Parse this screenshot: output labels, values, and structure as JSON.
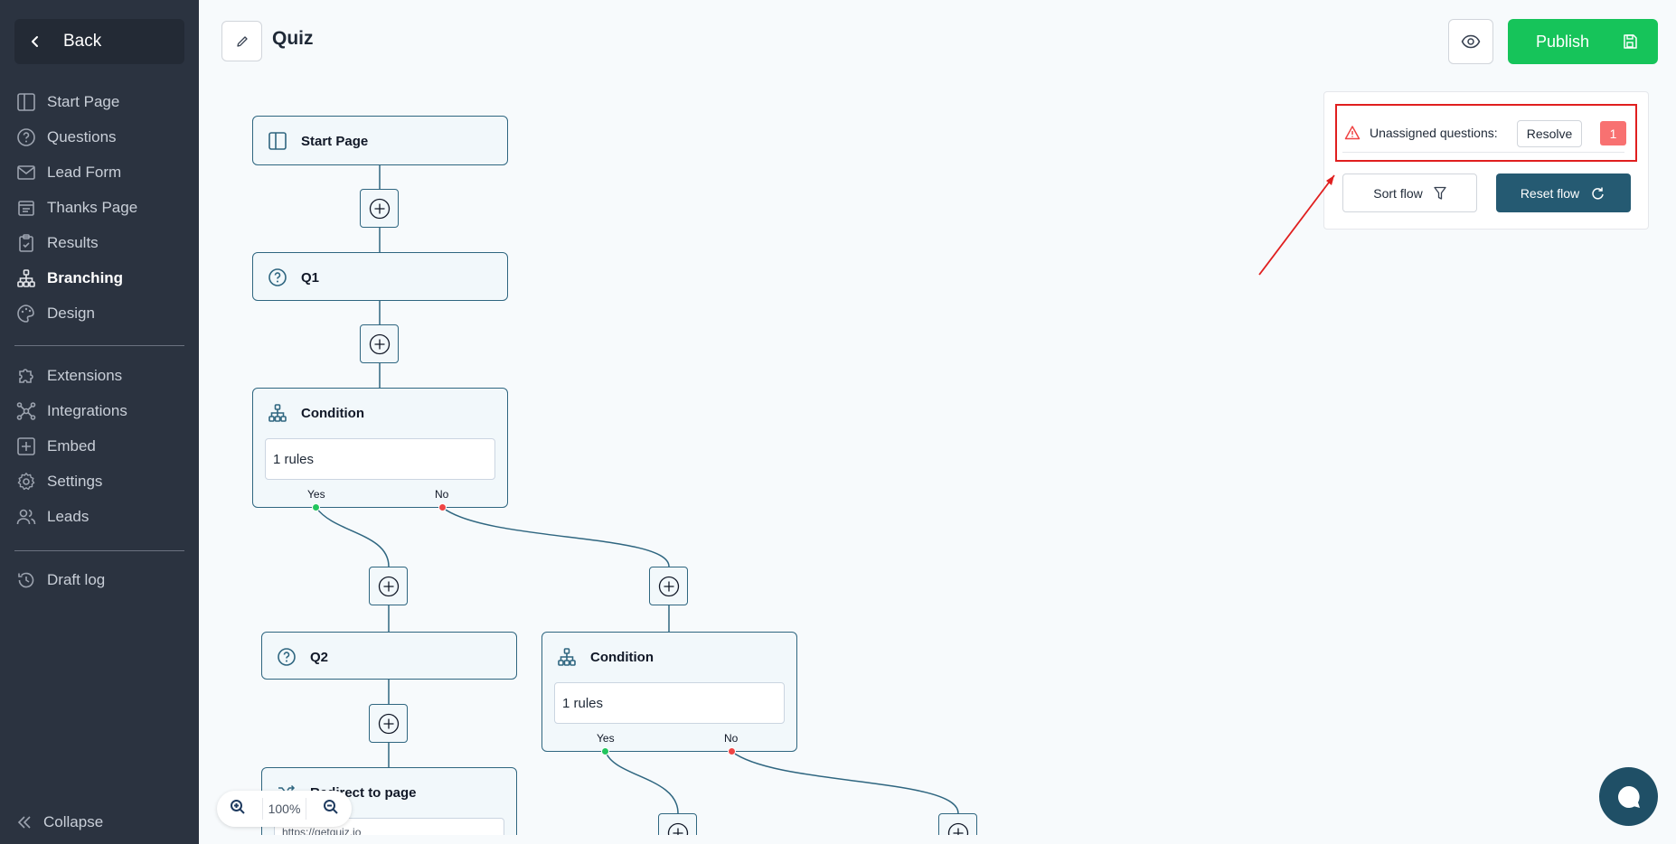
{
  "sidebar": {
    "back_label": "Back",
    "items": [
      {
        "label": "Start Page",
        "icon": "layout-icon"
      },
      {
        "label": "Questions",
        "icon": "question-icon"
      },
      {
        "label": "Lead Form",
        "icon": "mail-icon"
      },
      {
        "label": "Thanks Page",
        "icon": "calendar-icon"
      },
      {
        "label": "Results",
        "icon": "clipboard-icon"
      },
      {
        "label": "Branching",
        "icon": "branching-icon",
        "active": true
      },
      {
        "label": "Design",
        "icon": "palette-icon"
      }
    ],
    "items2": [
      {
        "label": "Extensions",
        "icon": "puzzle-icon"
      },
      {
        "label": "Integrations",
        "icon": "network-icon"
      },
      {
        "label": "Embed",
        "icon": "plus-square-icon"
      },
      {
        "label": "Settings",
        "icon": "gear-icon"
      },
      {
        "label": "Leads",
        "icon": "users-icon"
      }
    ],
    "items3": [
      {
        "label": "Draft log",
        "icon": "history-icon"
      }
    ],
    "collapse_label": "Collapse"
  },
  "header": {
    "title": "Quiz",
    "publish_label": "Publish"
  },
  "flow": {
    "nodes": {
      "start": {
        "label": "Start Page"
      },
      "q1": {
        "label": "Q1"
      },
      "cond1": {
        "label": "Condition",
        "rules": "1 rules",
        "yes": "Yes",
        "no": "No"
      },
      "q2": {
        "label": "Q2"
      },
      "cond2": {
        "label": "Condition",
        "rules": "1 rules",
        "yes": "Yes",
        "no": "No"
      },
      "redirect": {
        "label": "Redirect to page",
        "url": "https://getquiz.io"
      }
    }
  },
  "zoom": {
    "level": "100%"
  },
  "panel": {
    "unassigned_label": "Unassigned questions:",
    "resolve_label": "Resolve",
    "count": "1",
    "sort_label": "Sort flow",
    "reset_label": "Reset flow"
  },
  "colors": {
    "sidebar_bg": "#2b3340",
    "publish_green": "#16c45a",
    "node_border": "#2f6680",
    "reset_bg": "#255a72",
    "highlight_red": "#e01f1f",
    "badge_red": "#f87171"
  }
}
